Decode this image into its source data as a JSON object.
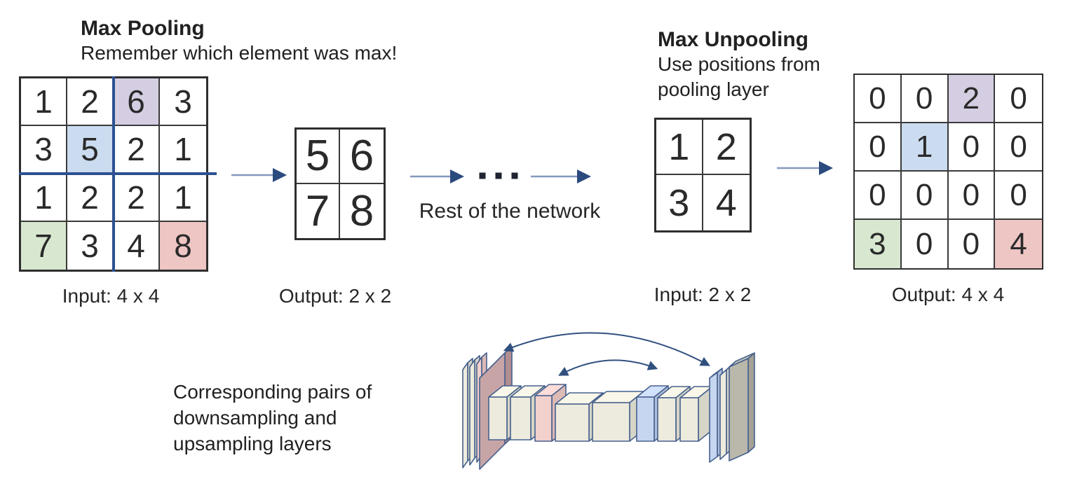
{
  "pooling": {
    "title": "Max Pooling",
    "subtitle": "Remember which element was max!",
    "input_label": "Input: 4 x 4",
    "output_label": "Output: 2 x 2",
    "input_grid": [
      [
        "1",
        "2",
        "6",
        "3"
      ],
      [
        "3",
        "5",
        "2",
        "1"
      ],
      [
        "1",
        "2",
        "2",
        "1"
      ],
      [
        "7",
        "3",
        "4",
        "8"
      ]
    ],
    "input_highlights": [
      {
        "row": 0,
        "col": 2,
        "color": "highlight_purple"
      },
      {
        "row": 1,
        "col": 1,
        "color": "highlight_blue"
      },
      {
        "row": 3,
        "col": 0,
        "color": "highlight_green"
      },
      {
        "row": 3,
        "col": 3,
        "color": "highlight_red"
      }
    ],
    "output_grid": [
      [
        "5",
        "6"
      ],
      [
        "7",
        "8"
      ]
    ]
  },
  "middle": {
    "label": "Rest of the network"
  },
  "unpooling": {
    "title": "Max Unpooling",
    "subtitle": [
      "Use positions from",
      "pooling layer"
    ],
    "input_label": "Input: 2 x 2",
    "output_label": "Output: 4 x 4",
    "input_grid": [
      [
        "1",
        "2"
      ],
      [
        "3",
        "4"
      ]
    ],
    "output_grid": [
      [
        "0",
        "0",
        "2",
        "0"
      ],
      [
        "0",
        "1",
        "0",
        "0"
      ],
      [
        "0",
        "0",
        "0",
        "0"
      ],
      [
        "3",
        "0",
        "0",
        "4"
      ]
    ],
    "output_highlights": [
      {
        "row": 0,
        "col": 2,
        "color": "highlight_purple"
      },
      {
        "row": 1,
        "col": 1,
        "color": "highlight_blue"
      },
      {
        "row": 3,
        "col": 0,
        "color": "highlight_green"
      },
      {
        "row": 3,
        "col": 3,
        "color": "highlight_red"
      }
    ]
  },
  "bottom_caption": [
    "Corresponding pairs of",
    "downsampling and",
    "upsampling layers"
  ],
  "colors": {
    "highlight_purple": "#d5cee3",
    "highlight_blue": "#cbdcf0",
    "highlight_green": "#d8e8d0",
    "highlight_red": "#eec6c4",
    "divider_blue": "#2c5192",
    "grid_line": "#2e2e2e",
    "text": "#212121",
    "arrow_shaft": "#8498bc",
    "arrow_head": "#2b4a7e",
    "arc": "#31507f",
    "dots": "#1e2430",
    "slab_cream": "#edebdd",
    "slab_pink": "#f2d0cc",
    "slab_mauve": "#c7a4a6",
    "slab_blue": "#c6d5f0",
    "slab_gray": "#bab7ab",
    "slab_outline": "#46618e"
  }
}
